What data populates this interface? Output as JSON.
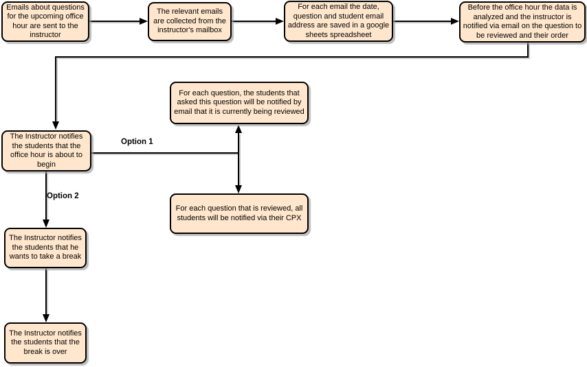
{
  "diagram": {
    "background_color": "#ffffff",
    "node_fill_color": "#ffe6cc",
    "node_border_color": "#000000",
    "arrow_color": "#000000",
    "nodes": [
      {
        "id": "emails-sent",
        "label": "Emails about questions for the upcoming office hour are sent to the instructor"
      },
      {
        "id": "emails-collected",
        "label": "The relevant emails are collected from the instructor's mailbox"
      },
      {
        "id": "saved-to-sheets",
        "label": "For each email the date, question and student email address are saved in a google sheets spreadsheet"
      },
      {
        "id": "data-analyzed",
        "label": "Before the office hour the data is analyzed and the instructor is notified via email on the question to be reviewed and their order"
      },
      {
        "id": "notify-reviewing",
        "label": "For each question, the students that asked this question will be notified by email that it is currently being reviewed"
      },
      {
        "id": "office-hour-begin",
        "label": "The Instructor notifies the students that the office hour is about to begin"
      },
      {
        "id": "notify-cpx",
        "label": "For each question that is reviewed, all students will be notified via their CPX"
      },
      {
        "id": "take-break",
        "label": "The Instructor notifies the students that he wants to take a break"
      },
      {
        "id": "break-over",
        "label": "The Instructor notifies the students that the break is over"
      }
    ],
    "edge_labels": {
      "option1": "Option 1",
      "option2": "Option 2"
    }
  }
}
